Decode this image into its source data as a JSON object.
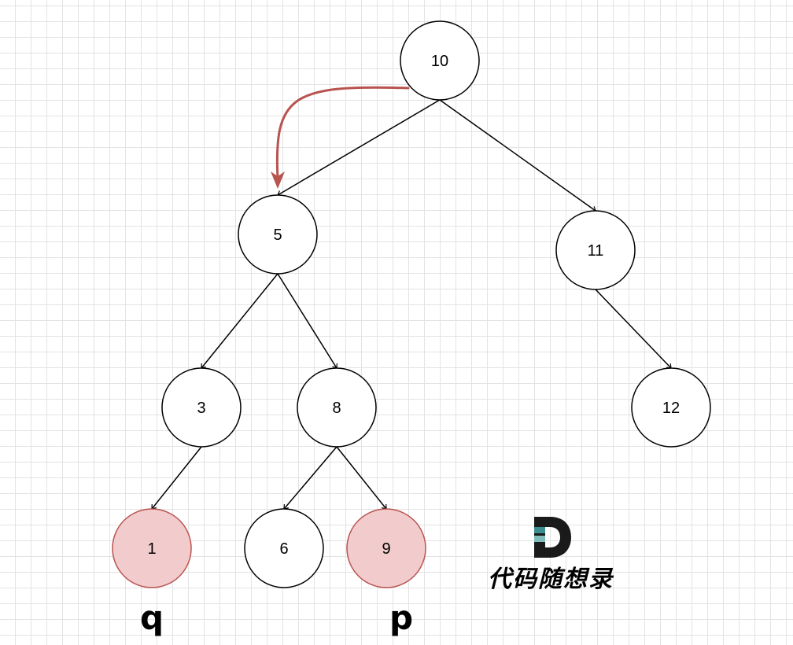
{
  "tree": {
    "nodes": [
      {
        "id": "n10",
        "label": "10",
        "highlighted": false
      },
      {
        "id": "n5",
        "label": "5",
        "highlighted": false
      },
      {
        "id": "n11",
        "label": "11",
        "highlighted": false
      },
      {
        "id": "n3",
        "label": "3",
        "highlighted": false
      },
      {
        "id": "n8",
        "label": "8",
        "highlighted": false
      },
      {
        "id": "n12",
        "label": "12",
        "highlighted": false
      },
      {
        "id": "n1",
        "label": "1",
        "highlighted": true
      },
      {
        "id": "n6",
        "label": "6",
        "highlighted": false
      },
      {
        "id": "n9",
        "label": "9",
        "highlighted": true
      }
    ],
    "edges": [
      {
        "from": "n10",
        "to": "n5"
      },
      {
        "from": "n10",
        "to": "n11"
      },
      {
        "from": "n5",
        "to": "n3"
      },
      {
        "from": "n5",
        "to": "n8"
      },
      {
        "from": "n11",
        "to": "n12"
      },
      {
        "from": "n3",
        "to": "n1"
      },
      {
        "from": "n8",
        "to": "n6"
      },
      {
        "from": "n8",
        "to": "n9"
      }
    ],
    "traversal_arrow": {
      "from": "n10",
      "to": "n5"
    }
  },
  "labels": {
    "q": "q",
    "p": "p"
  },
  "brand": {
    "text": "代码随想录"
  },
  "colors": {
    "node_fill": "#ffffff",
    "node_stroke": "#000000",
    "highlight_fill": "#f2cccc",
    "highlight_stroke": "#b85450",
    "arrow": "#b85450",
    "edge": "#000000",
    "logo_dark": "#1a1a1a",
    "logo_teal": "#3d8f8f"
  }
}
